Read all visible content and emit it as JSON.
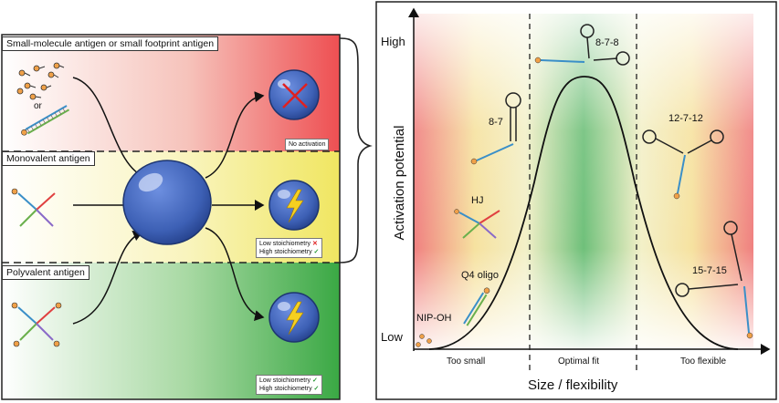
{
  "left_panel": {
    "sections": [
      {
        "title": "Small-molecule antigen or small footprint antigen",
        "note": "No activation"
      },
      {
        "title": "Monovalent antigen",
        "notes": [
          "Low stoichiometry",
          "High stoichiometry"
        ]
      },
      {
        "title": "Polyvalent antigen",
        "notes": [
          "Low stoichiometry",
          "High stoichiometry"
        ]
      }
    ],
    "or_label": "or",
    "colors": {
      "red": "#ef5a5a",
      "yellow": "#f4ee86",
      "green": "#43b04a",
      "cell": "#3f63b8"
    }
  },
  "right_panel": {
    "y_axis": {
      "title": "Activation potential",
      "high": "High",
      "low": "Low"
    },
    "x_axis": {
      "title": "Size / flexibility",
      "regions": [
        "Too small",
        "Optimal fit",
        "Too flexible"
      ]
    },
    "constructs": [
      "NIP-OH",
      "Q4 oligo",
      "HJ",
      "8-7",
      "8-7-8",
      "12-7-12",
      "15-7-15"
    ]
  }
}
